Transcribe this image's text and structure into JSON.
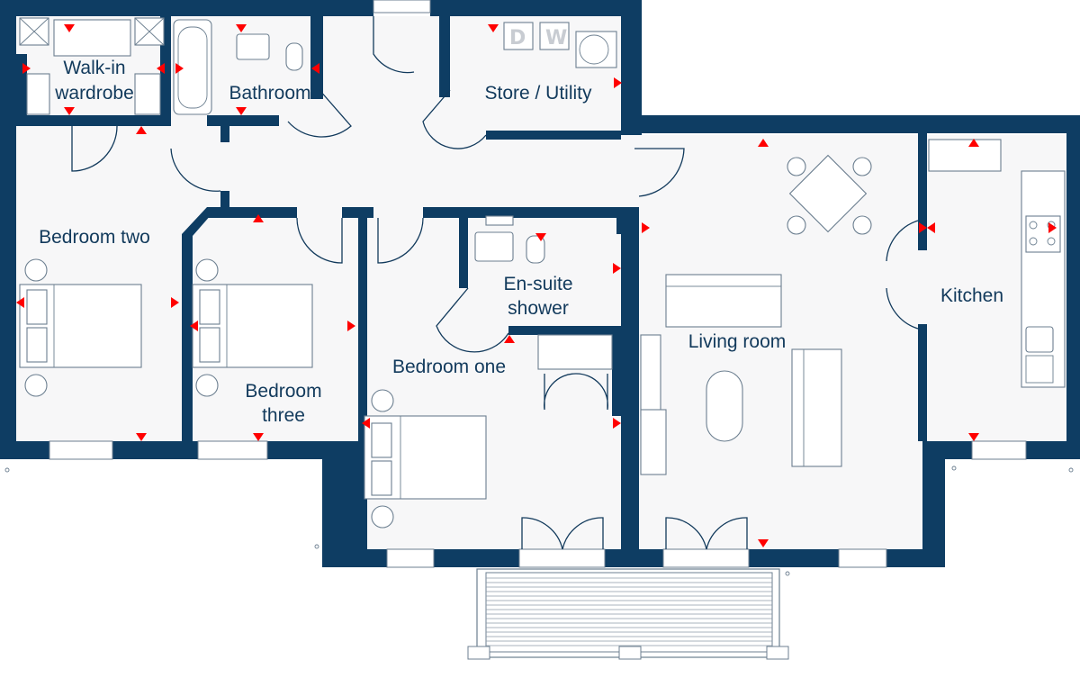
{
  "plan": {
    "rooms": [
      {
        "id": "walk-in-wardrobe",
        "lines": [
          "Walk-in",
          "wardrobe"
        ]
      },
      {
        "id": "bathroom",
        "lines": [
          "Bathroom"
        ]
      },
      {
        "id": "store-utility",
        "lines": [
          "Store / Utility"
        ]
      },
      {
        "id": "bedroom-two",
        "lines": [
          "Bedroom two"
        ]
      },
      {
        "id": "bedroom-three",
        "lines": [
          "Bedroom",
          "three"
        ]
      },
      {
        "id": "en-suite-shower",
        "lines": [
          "En-suite",
          "shower"
        ]
      },
      {
        "id": "bedroom-one",
        "lines": [
          "Bedroom one"
        ]
      },
      {
        "id": "living-room",
        "lines": [
          "Living room"
        ]
      },
      {
        "id": "kitchen",
        "lines": [
          "Kitchen"
        ]
      }
    ],
    "appliances": {
      "dishwasher": "D",
      "washer": "W"
    },
    "colors": {
      "wall": "#0e3d63",
      "marker": "#ff0000",
      "floor": "#f7f7f8",
      "text": "#123a5c"
    }
  }
}
